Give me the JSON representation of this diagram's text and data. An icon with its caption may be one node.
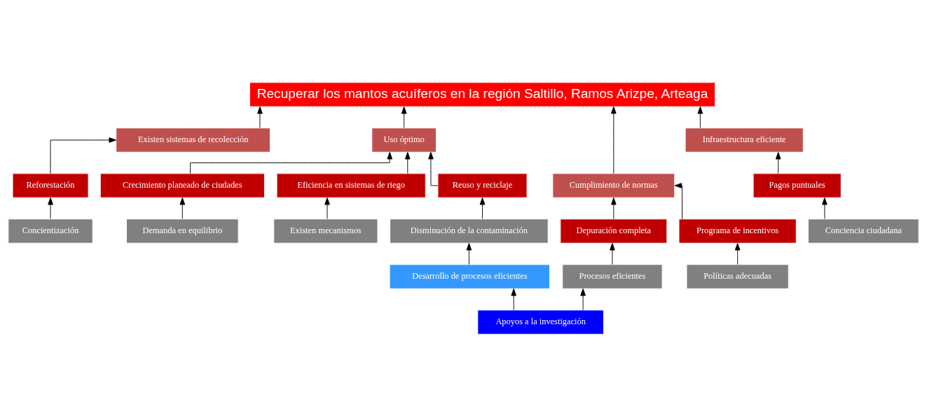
{
  "diagram": {
    "nodes": [
      {
        "text": [
          "Recuperar los mantos acuíferos en la región Saltillo, Ramos Arizpe, Arteaga"
        ]
      },
      {
        "text": [
          "Existen sistemas de recolección"
        ]
      },
      {
        "text": [
          "Uso óptimo"
        ]
      },
      {
        "text": [
          "Cumplimiento de normas"
        ]
      },
      {
        "text": [
          "Infraestructura eficiente"
        ]
      },
      {
        "text": [
          "Reforestación"
        ]
      },
      {
        "text": [
          "Crecimiento planeado de ciudades"
        ]
      },
      {
        "text": [
          "Eficiencia en sistemas de riego"
        ]
      },
      {
        "text": [
          "Reuso y reciclaje"
        ]
      },
      {
        "text": [
          "Depuración completa"
        ]
      },
      {
        "text": [
          "Programa de incentivos"
        ]
      },
      {
        "text": [
          "Pagos puntuales"
        ]
      },
      {
        "text": [
          "Concientización"
        ]
      },
      {
        "text": [
          "Demanda en equilibrio"
        ]
      },
      {
        "text": [
          "Existen mecanismos"
        ]
      },
      {
        "text": [
          "Disminución de la contaminación"
        ]
      },
      {
        "text": [
          "Procesos eficientes"
        ]
      },
      {
        "text": [
          "Políticas adecuadas"
        ]
      },
      {
        "text": [
          "Conciencia ciudadana"
        ]
      },
      {
        "text": [
          "Desarrollo de procesos eficientes"
        ]
      },
      {
        "text": [
          "Apoyos a la investigación"
        ]
      }
    ],
    "edges": [
      {
        "from": 1,
        "to": 0,
        "arrow": "to"
      },
      {
        "from": 2,
        "to": 0,
        "arrow": "to"
      },
      {
        "from": 3,
        "to": 0,
        "arrow": "to"
      },
      {
        "from": 4,
        "to": 0,
        "arrow": "to"
      },
      {
        "from": 5,
        "to": 1,
        "arrow": "to"
      },
      {
        "from": 6,
        "to": 2,
        "arrow": "to"
      },
      {
        "from": 7,
        "to": 2,
        "arrow": "to"
      },
      {
        "from": 8,
        "to": 2,
        "arrow": "to"
      },
      {
        "from": 9,
        "to": 3,
        "arrow": "to"
      },
      {
        "from": 10,
        "to": 3,
        "arrow": "to"
      },
      {
        "from": 11,
        "to": 4,
        "arrow": "to"
      },
      {
        "from": 12,
        "to": 5,
        "arrow": "to"
      },
      {
        "from": 13,
        "to": 6,
        "arrow": "to"
      },
      {
        "from": 14,
        "to": 7,
        "arrow": "to"
      },
      {
        "from": 15,
        "to": 8,
        "arrow": "to"
      },
      {
        "from": 16,
        "to": 9,
        "arrow": "to"
      },
      {
        "from": 17,
        "to": 10,
        "arrow": "to"
      },
      {
        "from": 18,
        "to": 11,
        "arrow": "to"
      },
      {
        "from": 19,
        "to": 15,
        "arrow": "to"
      },
      {
        "from": 20,
        "to": 19,
        "arrow": "to"
      },
      {
        "from": 20,
        "to": 16,
        "arrow": "to"
      }
    ]
  }
}
